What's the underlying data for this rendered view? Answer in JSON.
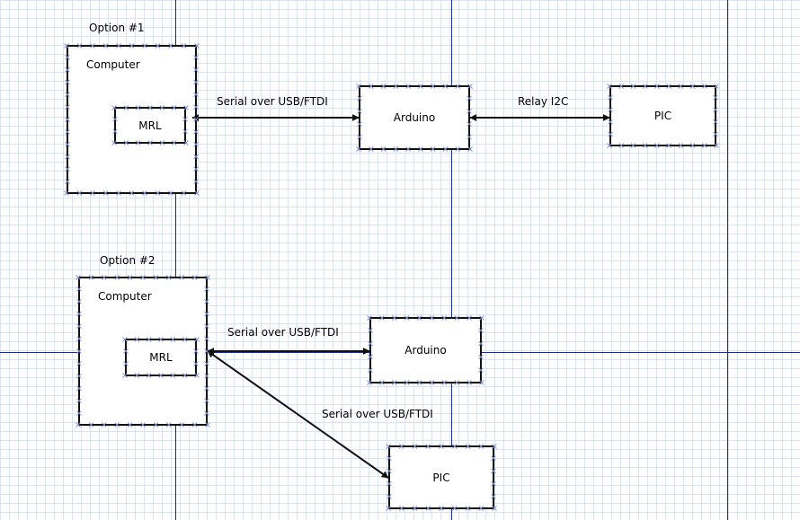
{
  "colors": {
    "grid": "#dde3ec",
    "guide": "#1f2a8a",
    "stroke": "#111111",
    "handle": "#8899cc"
  },
  "option1": {
    "title": "Option #1",
    "computer_label": "Computer",
    "mrl_label": "MRL",
    "arduino_label": "Arduino",
    "pic_label": "PIC",
    "link_computer_arduino": "Serial over USB/FTDI",
    "link_arduino_pic": "Relay I2C"
  },
  "option2": {
    "title": "Option #2",
    "computer_label": "Computer",
    "mrl_label": "MRL",
    "arduino_label": "Arduino",
    "pic_label": "PIC",
    "link_computer_arduino": "Serial over USB/FTDI",
    "link_computer_pic": "Serial over USB/FTDI"
  }
}
